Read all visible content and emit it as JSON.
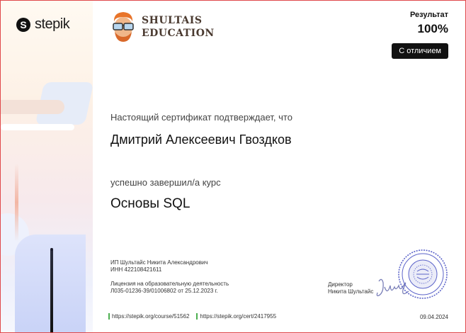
{
  "brand": {
    "logo_text": "stepik",
    "logo_icon": "stepik-s-icon"
  },
  "school": {
    "line1": "SHULTAIS",
    "line2": "EDUCATION",
    "avatar_icon": "school-mascot-avatar"
  },
  "result": {
    "label": "Результат",
    "value": "100%",
    "badge": "С отличием"
  },
  "certificate": {
    "confirms": "Настоящий сертификат подтверждает, что",
    "recipient": "Дмитрий Алексеевич Гвоздков",
    "completed": "успешно завершил/а  курс",
    "course": "Основы SQL"
  },
  "issuer": {
    "org": "ИП Шультайс Никита Александрович",
    "inn": "ИНН 422108421611",
    "license_title": "Лицензия на образовательную деятельность",
    "license_number": "Л035-01236-39/01006802 от 25.12.2023 г.",
    "director_title": "Директор",
    "director_name": "Никита Шультайс"
  },
  "links": {
    "course_url": "https://stepik.org/course/51562",
    "cert_url": "https://stepik.org/cert/2417955"
  },
  "issue_date": "09.04.2024",
  "colors": {
    "border": "#e0494b",
    "badge_bg": "#111111",
    "link_marker": "#4caf50",
    "stamp": "#5b63c9"
  }
}
